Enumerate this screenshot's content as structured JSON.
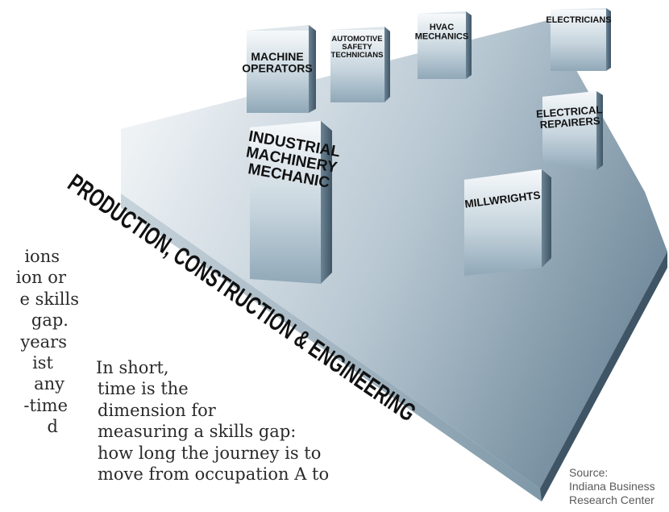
{
  "platform_label": "PRODUCTION, CONSTRUCTION & ENGINEERING",
  "boxes": [
    {
      "id": "machine-operators",
      "lines": [
        "MACHINE",
        "OPERATORS"
      ]
    },
    {
      "id": "automotive-safety-technicians",
      "lines": [
        "AUTOMOTIVE",
        "SAFETY",
        "TECHNICIANS"
      ]
    },
    {
      "id": "hvac-mechanics",
      "lines": [
        "HVAC",
        "MECHANICS"
      ]
    },
    {
      "id": "electricians",
      "lines": [
        "ELECTRICIANS"
      ]
    },
    {
      "id": "electrical-repairers",
      "lines": [
        "ELECTRICAL",
        "REPAIRERS"
      ]
    },
    {
      "id": "industrial-machinery-mechanic",
      "lines": [
        "INDUSTRIAL",
        "MACHINERY",
        "MECHANIC"
      ]
    },
    {
      "id": "millwrights",
      "lines": [
        "MILLWRIGHTS"
      ]
    }
  ],
  "left_text_lines": [
    "ions",
    "ion or",
    "e skills",
    "gap.",
    "years",
    "ist",
    "any",
    "-time",
    "d"
  ],
  "right_text_lines": [
    "In short,",
    "time is the",
    "dimension for",
    "measuring a skills gap:",
    "how long the journey is to",
    "move from occupation A to"
  ],
  "source": {
    "label": "Source:",
    "lines": [
      "Indiana Business",
      "Research Center"
    ]
  },
  "colors": {
    "platform_top_light": "#eef2f5",
    "platform_top_dark": "#6a8496",
    "platform_front": "#8aa2b2",
    "platform_right": "#3f5566",
    "box_face_light": "#f4f7f9",
    "box_face_dark": "#90a8b8",
    "box_side": "#4d6576",
    "box_top": "#dfe7ec",
    "label_text": "#111111"
  }
}
